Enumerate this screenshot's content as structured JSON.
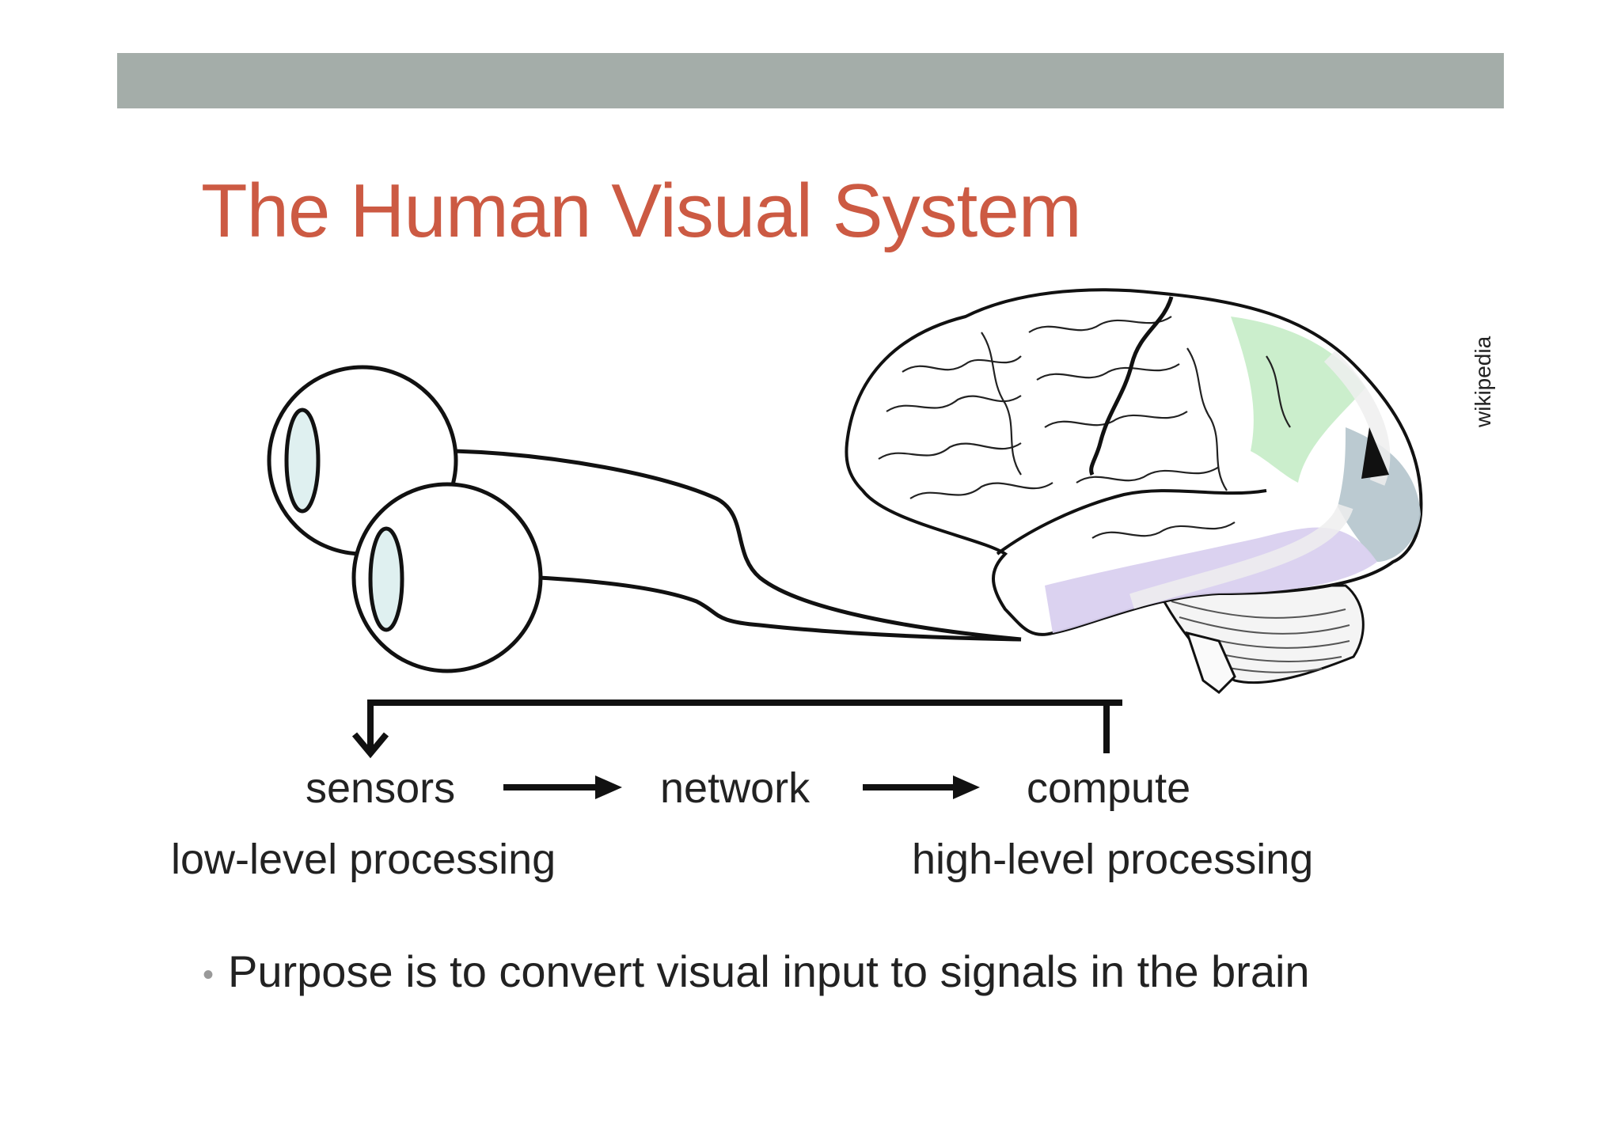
{
  "slide": {
    "title": "The Human Visual System",
    "bullet": "Purpose is to convert visual input to signals in the brain",
    "bullet_marker": "•"
  },
  "diagram": {
    "stages": [
      {
        "label": "sensors"
      },
      {
        "label": "network"
      },
      {
        "label": "compute"
      }
    ],
    "levels": {
      "low": "low-level processing",
      "high": "high-level processing"
    },
    "credit": "wikipedia"
  },
  "colors": {
    "title": "#cc5a43",
    "top_bar": "#a4ada9",
    "eye_lens": "#dff0f0",
    "brain_green": "#c5ecc6",
    "brain_purple": "#d9d0ef",
    "brain_blue": "#b7c7cf"
  },
  "icons": [
    "eye-icon",
    "brain-icon",
    "arrow-right-icon",
    "feedback-arrow-icon"
  ]
}
